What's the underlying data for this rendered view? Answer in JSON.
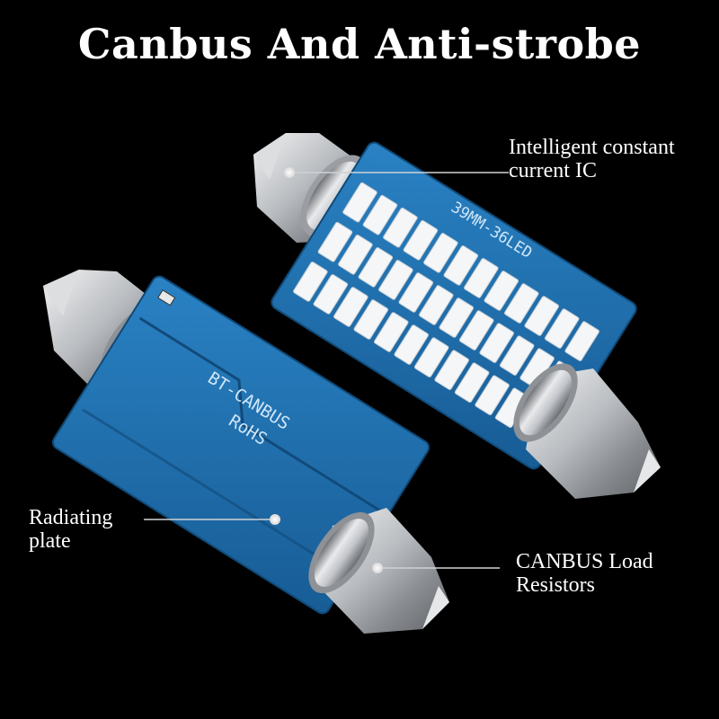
{
  "header": {
    "title": "Canbus And Anti-strobe"
  },
  "callouts": {
    "ic": {
      "line1": "Intelligent constant",
      "line2": "current IC"
    },
    "radiating": {
      "line1": "Radiating",
      "line2": "plate"
    },
    "resistors": {
      "line1": "CANBUS Load",
      "line2": "Resistors"
    }
  },
  "pcb_text": {
    "front": "39MM-36LED",
    "back_line1": "BT-CANBUS",
    "back_line2": "RoHS"
  },
  "colors": {
    "background": "#000000",
    "pcb_blue": "#1f6fb0",
    "led_white": "#f4f6f8",
    "metal": "#c9ccd0",
    "text": "#ffffff"
  }
}
